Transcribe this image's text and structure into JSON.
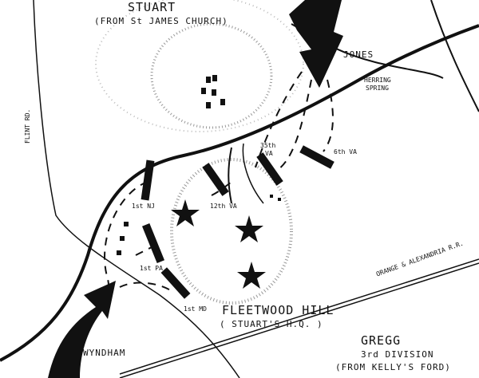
{
  "title": "Fleetwood Hill",
  "forces": {
    "stuart": {
      "name": "STUART",
      "note": "(FROM St JAMES CHURCH)"
    },
    "jones": {
      "name": "JONES"
    },
    "gregg": {
      "name": "GREGG",
      "division": "3rd DIVISION",
      "note": "(FROM KELLY'S FORD)"
    },
    "wyndham": {
      "name": "WYNDHAM"
    }
  },
  "places": {
    "fleetwood": "FLEETWOOD HILL",
    "hq": "( STUART'S H.Q. )",
    "herring_1": "HERRING",
    "herring_2": "SPRING",
    "railroad": "ORANGE & ALEXANDRIA R.R.",
    "road": "FLINT RD."
  },
  "units": {
    "nj": "1st NJ",
    "pa": "1st PA",
    "md": "1st MD",
    "va12": "12th VA",
    "va35_1": "35th",
    "va35_2": "VA",
    "va6": "6th VA"
  },
  "colors": {
    "ink": "#111111",
    "paper": "#ffffff"
  }
}
